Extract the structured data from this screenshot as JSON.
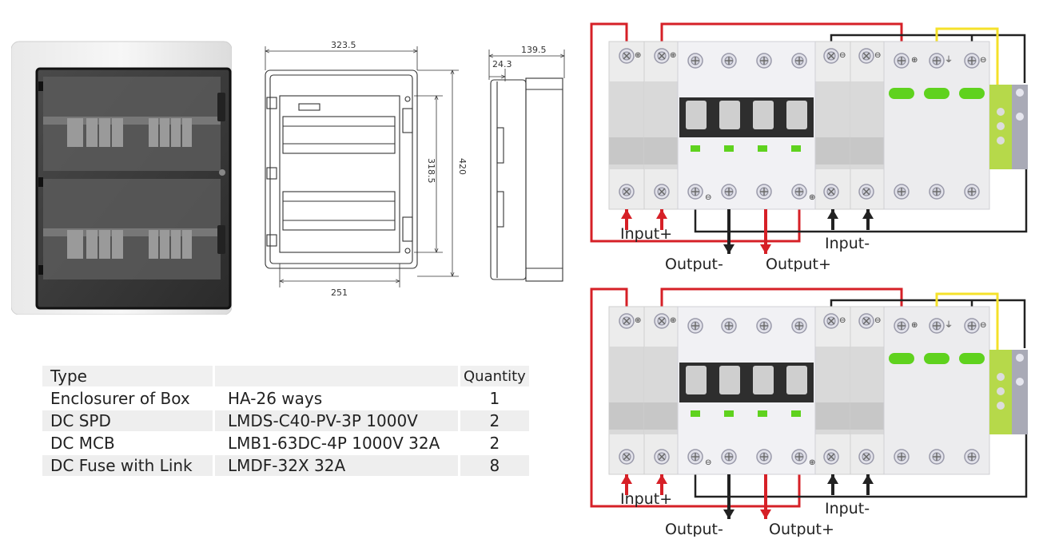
{
  "dimensions": {
    "width_top": "323.5",
    "width_bottom": "251",
    "inner_height": "318.5",
    "height": "420",
    "depth": "139.5",
    "lid_depth": "24.3"
  },
  "table": {
    "headers": [
      "Type",
      "",
      "Quantity"
    ],
    "rows": [
      [
        "Enclosurer of Box",
        "HA-26 ways",
        "1"
      ],
      [
        "DC SPD",
        "LMDS-C40-PV-3P 1000V",
        "2"
      ],
      [
        "DC MCB",
        "LMB1-63DC-4P 1000V 32A",
        "2"
      ],
      [
        "DC Fuse with Link",
        "LMDF-32X 32A",
        "8"
      ]
    ]
  },
  "wiring": [
    {
      "input_plus": "Input+",
      "input_minus": "Input-",
      "output_minus": "Output-",
      "output_plus": "Output+"
    },
    {
      "input_plus": "Input+",
      "input_minus": "Input-",
      "output_minus": "Output-",
      "output_plus": "Output+"
    }
  ],
  "colors": {
    "positive_wire": "#d62027",
    "negative_wire": "#222222",
    "earth_wire": "#f5e12a",
    "status_green": "#5fd21e",
    "earth_bar": "#b6d94a"
  }
}
